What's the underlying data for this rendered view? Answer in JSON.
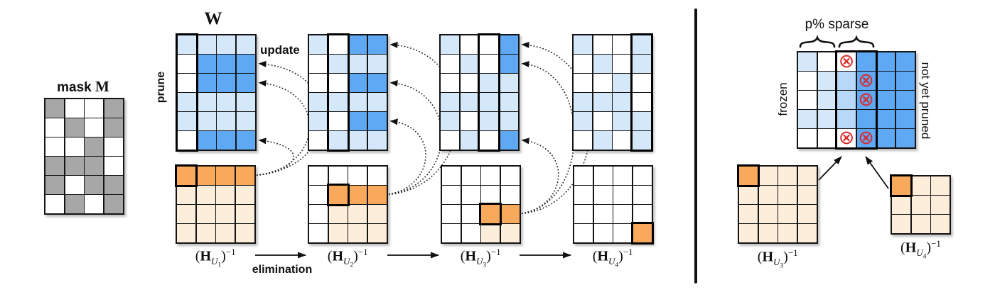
{
  "figure": {
    "mask": {
      "title_text": "mask",
      "title_symbol": "M",
      "grid": [
        [
          "G",
          "W",
          "W",
          "G"
        ],
        [
          "W",
          "G",
          "W",
          "G"
        ],
        [
          "W",
          "W",
          "G",
          "W"
        ],
        [
          "G",
          "G",
          "G",
          "W"
        ],
        [
          "G",
          "W",
          "G",
          "G"
        ],
        [
          "W",
          "G",
          "W",
          "G"
        ]
      ]
    },
    "w_label": "W",
    "prune_label": "prune",
    "update_label": "update",
    "elimination_label": "elimination",
    "hessian_symbol": "H",
    "hessian_sub": "U",
    "hessian_exponent": "−1",
    "steps": [
      {
        "sub_index": "1",
        "thick_col": 0,
        "update_rows": [
          2,
          3,
          6
        ],
        "w": [
          [
            "L",
            "L",
            "L",
            "L"
          ],
          [
            "W",
            "D",
            "D",
            "D"
          ],
          [
            "W",
            "D",
            "D",
            "D"
          ],
          [
            "L",
            "L",
            "L",
            "L"
          ],
          [
            "L",
            "L",
            "L",
            "L"
          ],
          [
            "W",
            "D",
            "D",
            "D"
          ]
        ],
        "h": [
          [
            "O",
            "O",
            "O",
            "O"
          ],
          [
            "o",
            "o",
            "o",
            "o"
          ],
          [
            "o",
            "o",
            "o",
            "o"
          ],
          [
            "o",
            "o",
            "o",
            "o"
          ]
        ],
        "h_thick": [
          0,
          0
        ]
      },
      {
        "sub_index": "2",
        "thick_col": 1,
        "update_rows": [
          1,
          3,
          5
        ],
        "w": [
          [
            "L",
            "W",
            "D",
            "D"
          ],
          [
            "W",
            "L",
            "L",
            "L"
          ],
          [
            "W",
            "W",
            "D",
            "D"
          ],
          [
            "L",
            "L",
            "L",
            "L"
          ],
          [
            "L",
            "W",
            "D",
            "D"
          ],
          [
            "W",
            "L",
            "L",
            "L"
          ]
        ],
        "h": [
          [
            "W",
            "W",
            "W",
            "W"
          ],
          [
            "W",
            "O",
            "O",
            "O"
          ],
          [
            "W",
            "o",
            "o",
            "o"
          ],
          [
            "W",
            "o",
            "o",
            "o"
          ]
        ],
        "h_thick": [
          1,
          1
        ]
      },
      {
        "sub_index": "3",
        "thick_col": 2,
        "update_rows": [
          1,
          2,
          6
        ],
        "w": [
          [
            "L",
            "W",
            "W",
            "D"
          ],
          [
            "W",
            "L",
            "W",
            "D"
          ],
          [
            "W",
            "W",
            "L",
            "L"
          ],
          [
            "L",
            "L",
            "L",
            "L"
          ],
          [
            "L",
            "W",
            "L",
            "L"
          ],
          [
            "W",
            "L",
            "W",
            "D"
          ]
        ],
        "h": [
          [
            "W",
            "W",
            "W",
            "W"
          ],
          [
            "W",
            "W",
            "W",
            "W"
          ],
          [
            "W",
            "W",
            "O",
            "O"
          ],
          [
            "W",
            "W",
            "o",
            "o"
          ]
        ],
        "h_thick": [
          2,
          2
        ]
      },
      {
        "sub_index": "4",
        "thick_col": 3,
        "update_rows": [],
        "w": [
          [
            "L",
            "W",
            "W",
            "L"
          ],
          [
            "W",
            "L",
            "W",
            "L"
          ],
          [
            "W",
            "W",
            "L",
            "W"
          ],
          [
            "L",
            "L",
            "L",
            "W"
          ],
          [
            "L",
            "W",
            "L",
            "L"
          ],
          [
            "W",
            "L",
            "W",
            "L"
          ]
        ],
        "h": [
          [
            "W",
            "W",
            "W",
            "W"
          ],
          [
            "W",
            "W",
            "W",
            "W"
          ],
          [
            "W",
            "W",
            "W",
            "W"
          ],
          [
            "W",
            "W",
            "W",
            "O"
          ]
        ],
        "h_thick": [
          3,
          3
        ]
      }
    ],
    "right": {
      "sparse_label": "p% sparse",
      "frozen_label": "frozen",
      "not_yet_pruned_label": "not yet pruned",
      "grid": [
        [
          "L",
          "W",
          "W*",
          "D",
          "D",
          "D"
        ],
        [
          "W",
          "L",
          "M",
          "D*",
          "D",
          "D"
        ],
        [
          "W",
          "L",
          "M",
          "D*",
          "D",
          "D"
        ],
        [
          "L",
          "L",
          "M",
          "D",
          "D",
          "D"
        ],
        [
          "W",
          "W",
          "W*",
          "D*",
          "D",
          "D"
        ]
      ],
      "h3": {
        "sub_index": "3",
        "grid": [
          [
            "O",
            "o",
            "o",
            "o"
          ],
          [
            "o",
            "o",
            "o",
            "o"
          ],
          [
            "o",
            "o",
            "o",
            "o"
          ],
          [
            "o",
            "o",
            "o",
            "o"
          ]
        ],
        "thick": [
          0,
          0
        ]
      },
      "h4": {
        "sub_index": "4",
        "grid": [
          [
            "O",
            "o",
            "o"
          ],
          [
            "o",
            "o",
            "o"
          ],
          [
            "o",
            "o",
            "o"
          ]
        ],
        "thick": [
          0,
          0
        ]
      }
    },
    "prune_mark": "⊗",
    "colors": {
      "light_blue": "#d5e8fa",
      "dark_blue": "#5fa8f4",
      "mid_blue": "#b7d9f7",
      "light_orange": "#fdeedc",
      "dark_orange": "#f8a95c",
      "gray": "#a7a7a7",
      "white": "#ffffff",
      "red": "#d92b2b",
      "line": "#141414"
    }
  }
}
